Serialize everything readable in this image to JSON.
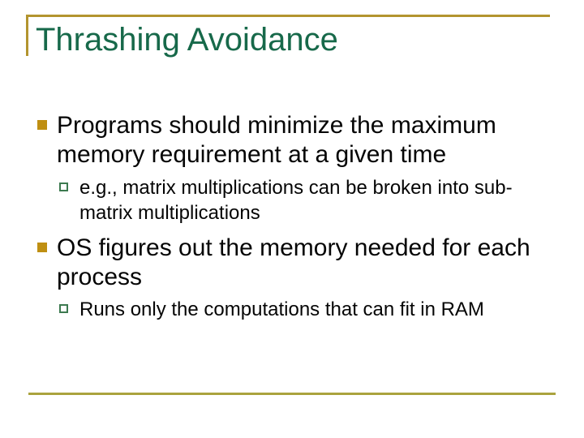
{
  "slide": {
    "title": "Thrashing Avoidance",
    "bullets": [
      {
        "level": 1,
        "text": "Programs should minimize the maximum memory requirement at a given time",
        "children": [
          {
            "text": "e.g., matrix multiplications can be broken into sub-matrix multiplications"
          }
        ]
      },
      {
        "level": 1,
        "text": "OS figures out the memory needed for each process",
        "children": [
          {
            "text": "Runs only the computations that can fit in RAM"
          }
        ]
      }
    ],
    "colors": {
      "title_green": "#17694a",
      "accent_gold_rule": "#b3942f",
      "bottom_rule_olive": "#aaa33e",
      "level1_bullet_fill": "#bf8f12",
      "level2_bullet_outline": "#3d7a50",
      "body_text": "#050505"
    },
    "icons": {
      "level1_bullet": "filled-square",
      "level2_bullet": "outlined-square"
    }
  }
}
